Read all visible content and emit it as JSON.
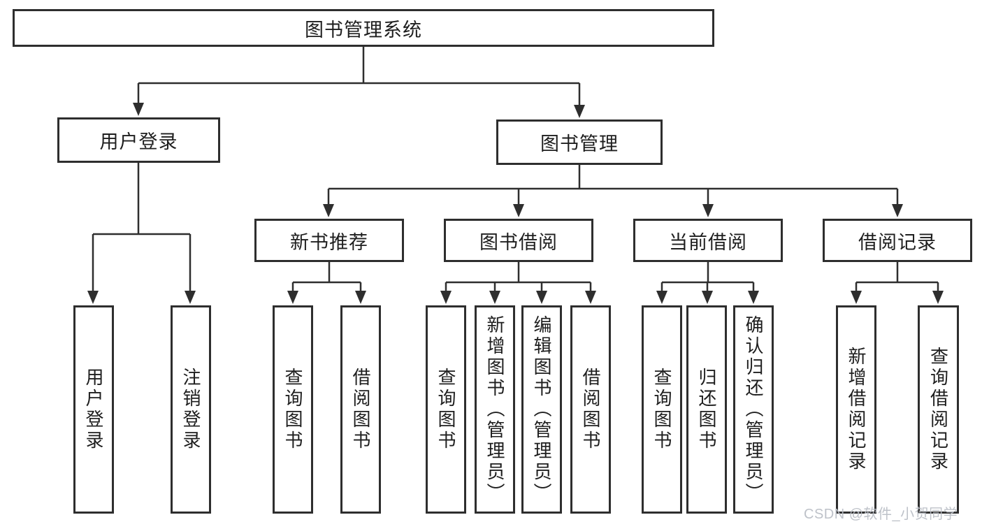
{
  "diagram_title": "图书管理系统",
  "nodes": {
    "root": "图书管理系统",
    "user_login": "用户登录",
    "book_management": "图书管理",
    "new_book_recommend": "新书推荐",
    "book_borrow": "图书借阅",
    "current_borrow": "当前借阅",
    "borrow_records": "借阅记录",
    "leaf_user_login": "用户登录",
    "leaf_logout": "注销登录",
    "leaf_recommend_query_books": "查询图书",
    "leaf_recommend_borrow_books": "借阅图书",
    "leaf_borrow_query_books": "查询图书",
    "leaf_borrow_add_books_admin": "新增图书（管理员）",
    "leaf_borrow_edit_books_admin": "编辑图书（管理员）",
    "leaf_borrow_borrow_books": "借阅图书",
    "leaf_current_query_books": "查询图书",
    "leaf_current_return_books": "归还图书",
    "leaf_current_confirm_return_admin": "确认归还（管理员）",
    "leaf_records_add_record": "新增借阅记录",
    "leaf_records_query_record": "查询借阅记录"
  },
  "watermark": "CSDN @软件_小贺同学",
  "colors": {
    "line": "#2e2e2e",
    "text": "#1e1e1e",
    "watermark": "#bdc0c5",
    "background": "#ffffff"
  }
}
